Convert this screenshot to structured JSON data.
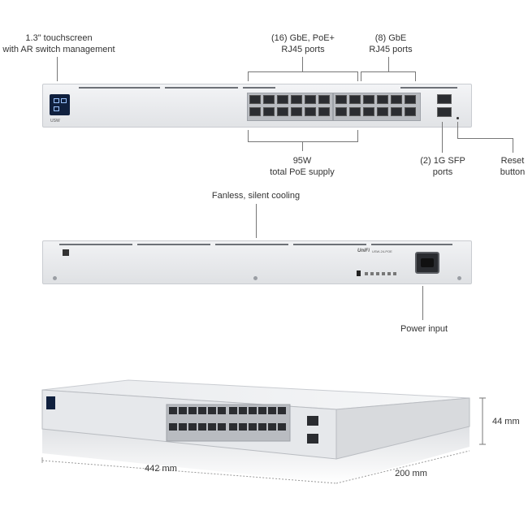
{
  "callouts": {
    "touchscreen": [
      "1.3\" touchscreen",
      "with AR switch management"
    ],
    "poe_ports": [
      "(16) GbE, PoE+",
      "RJ45 ports"
    ],
    "gbe_ports": [
      "(8) GbE",
      "RJ45 ports"
    ],
    "poe_supply": [
      "95W",
      "total PoE supply"
    ],
    "sfp_ports": [
      "(2) 1G SFP",
      "ports"
    ],
    "reset": [
      "Reset",
      "button"
    ],
    "cooling": "Fanless, silent cooling",
    "power": "Power input"
  },
  "dimensions": {
    "height": "44 mm",
    "width": "442 mm",
    "depth": "200 mm"
  },
  "device": {
    "brand_logo": "UniFi",
    "model": "USW-24-POE",
    "screen_label": "USW"
  }
}
